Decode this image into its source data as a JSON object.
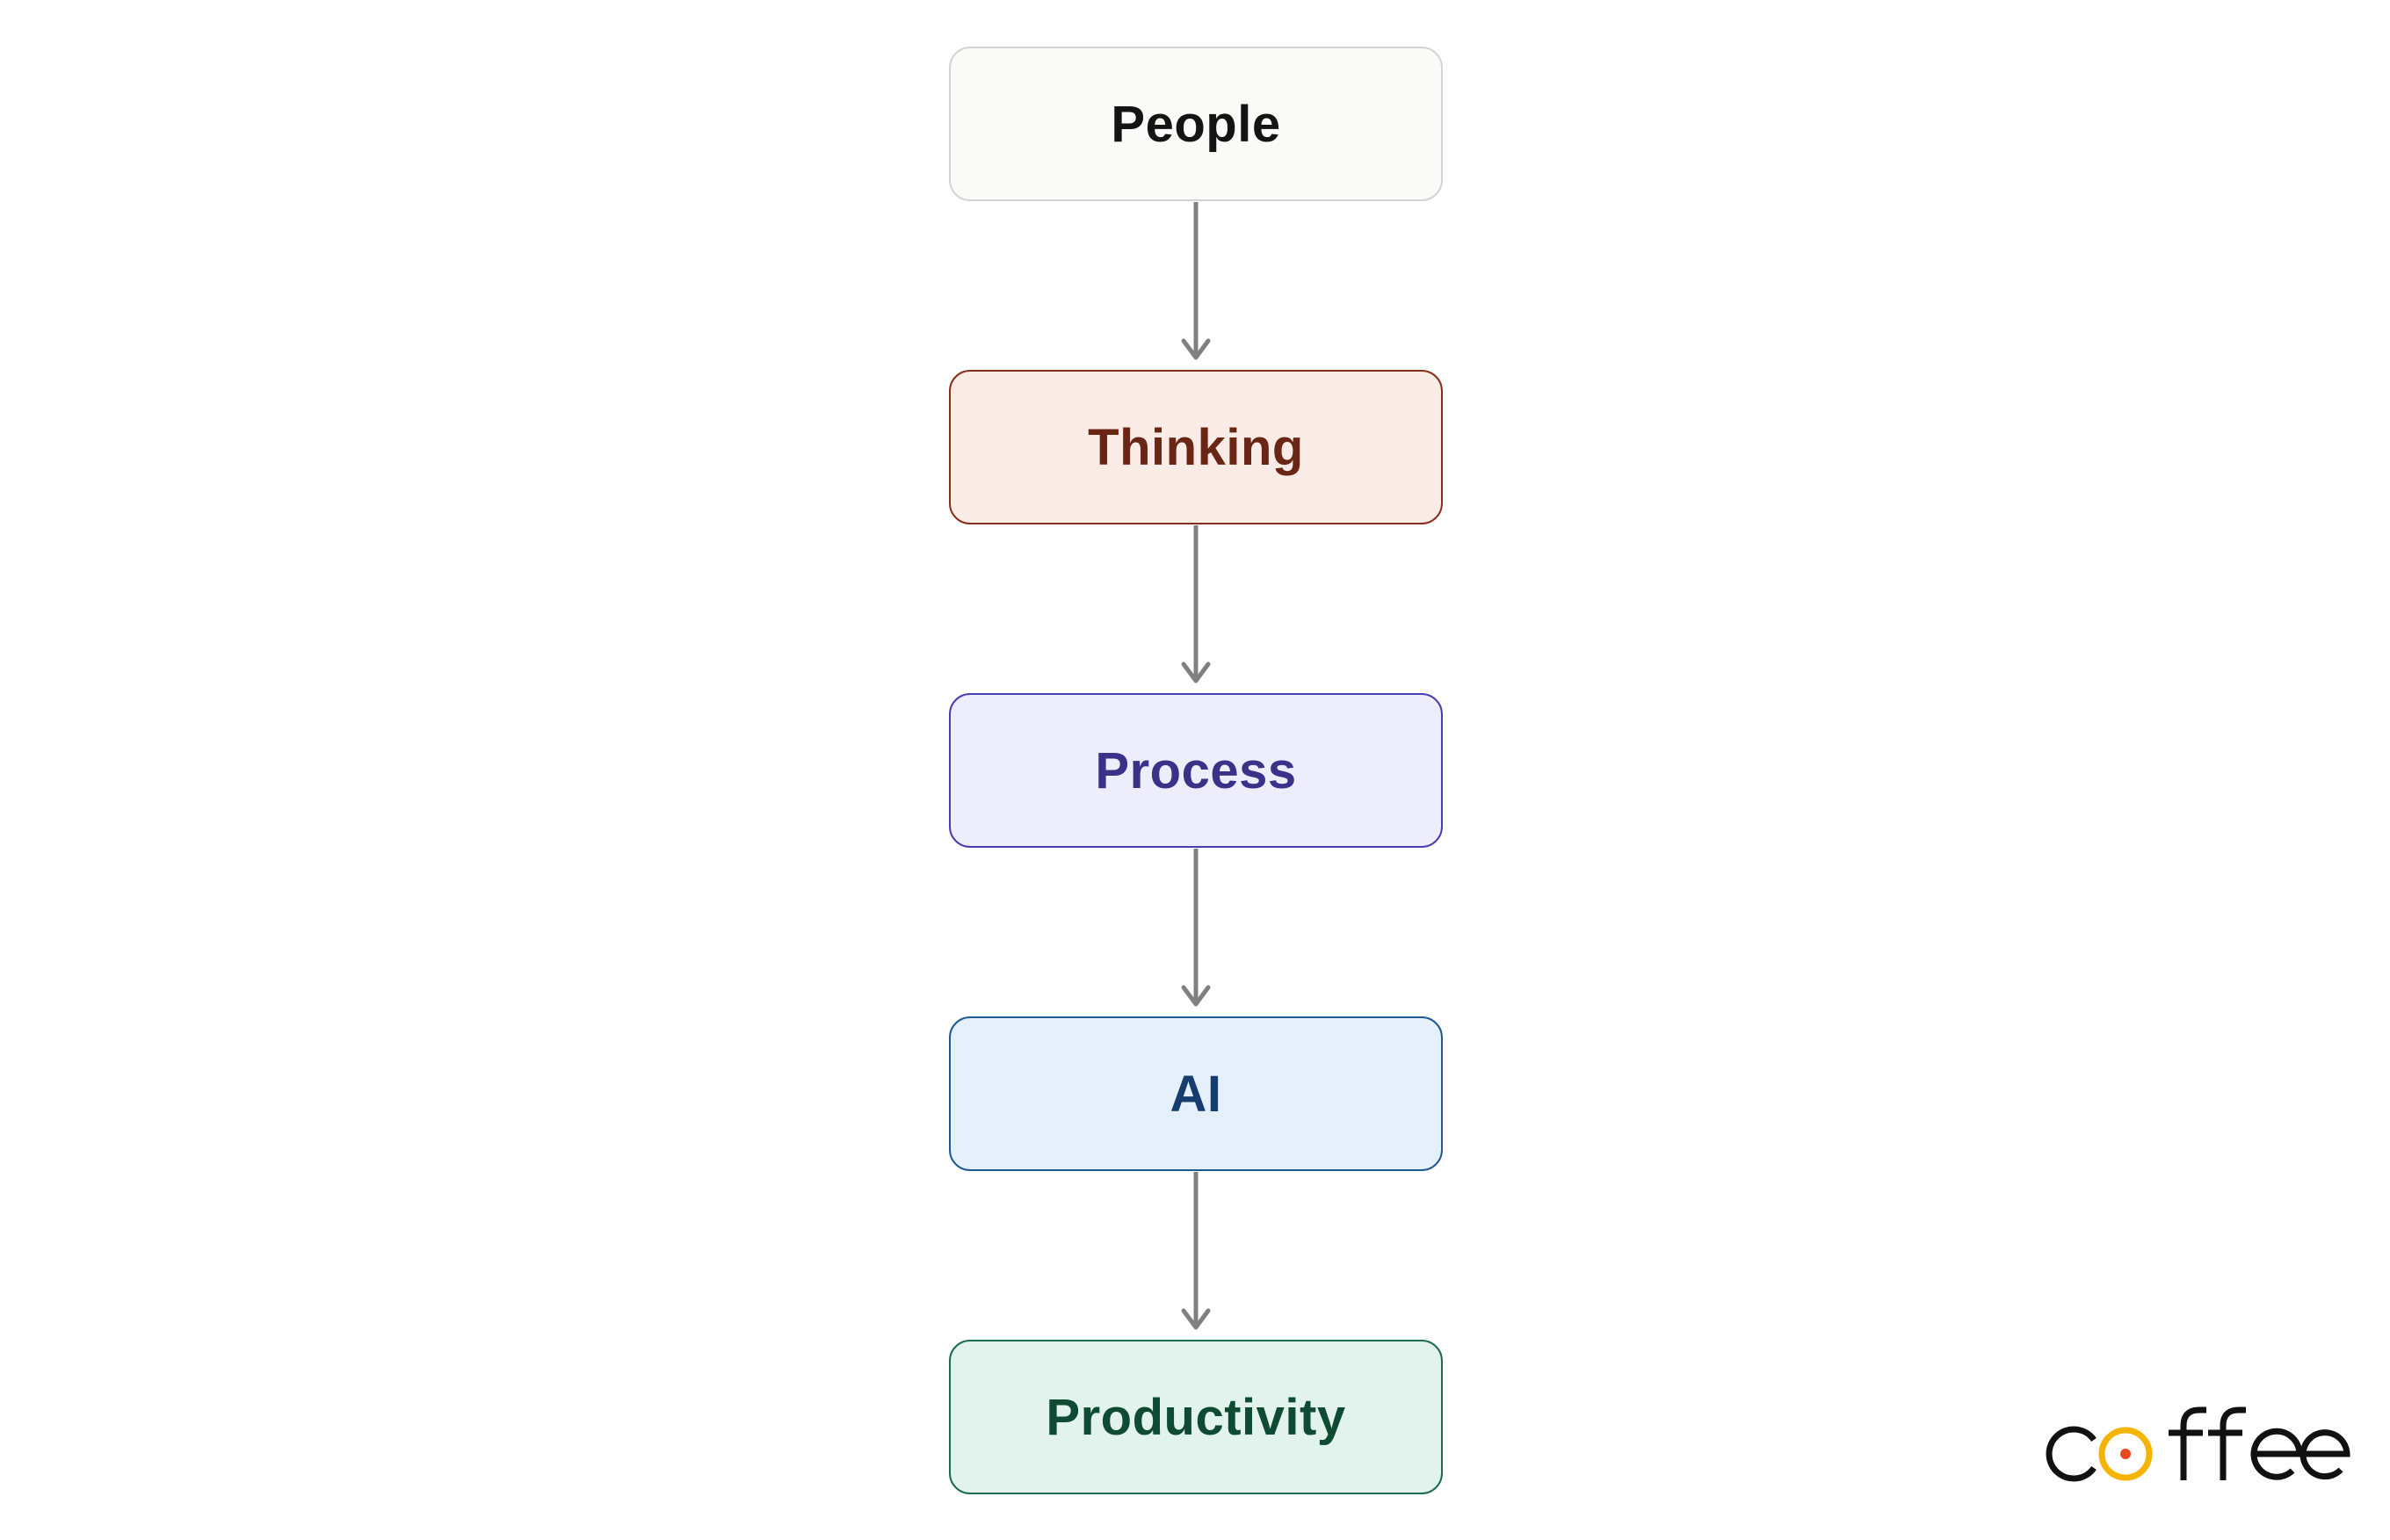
{
  "diagram": {
    "nodes": [
      {
        "id": "people",
        "label": "People",
        "fill": "#fafaf8",
        "stroke": "#d4d4d0",
        "text": "#141414"
      },
      {
        "id": "thinking",
        "label": "Thinking",
        "fill": "#f9ece6",
        "stroke": "#8a2e1c",
        "text": "#6a2614"
      },
      {
        "id": "process",
        "label": "Process",
        "fill": "#eeedfc",
        "stroke": "#4a3fb0",
        "text": "#3a3188"
      },
      {
        "id": "ai",
        "label": "AI",
        "fill": "#e6f0fa",
        "stroke": "#1e5a96",
        "text": "#153e6e"
      },
      {
        "id": "productivity",
        "label": "Productivity",
        "fill": "#e1f3ec",
        "stroke": "#1a6e4c",
        "text": "#0f4a34"
      }
    ],
    "edges": [
      {
        "from": "people",
        "to": "thinking"
      },
      {
        "from": "thinking",
        "to": "process"
      },
      {
        "from": "process",
        "to": "ai"
      },
      {
        "from": "ai",
        "to": "productivity"
      }
    ],
    "edge_color": "#808080"
  },
  "logo": {
    "text": "coffee",
    "text_color": "#111111",
    "accent_ring": "#f5b400",
    "accent_dot": "#e8491d"
  }
}
